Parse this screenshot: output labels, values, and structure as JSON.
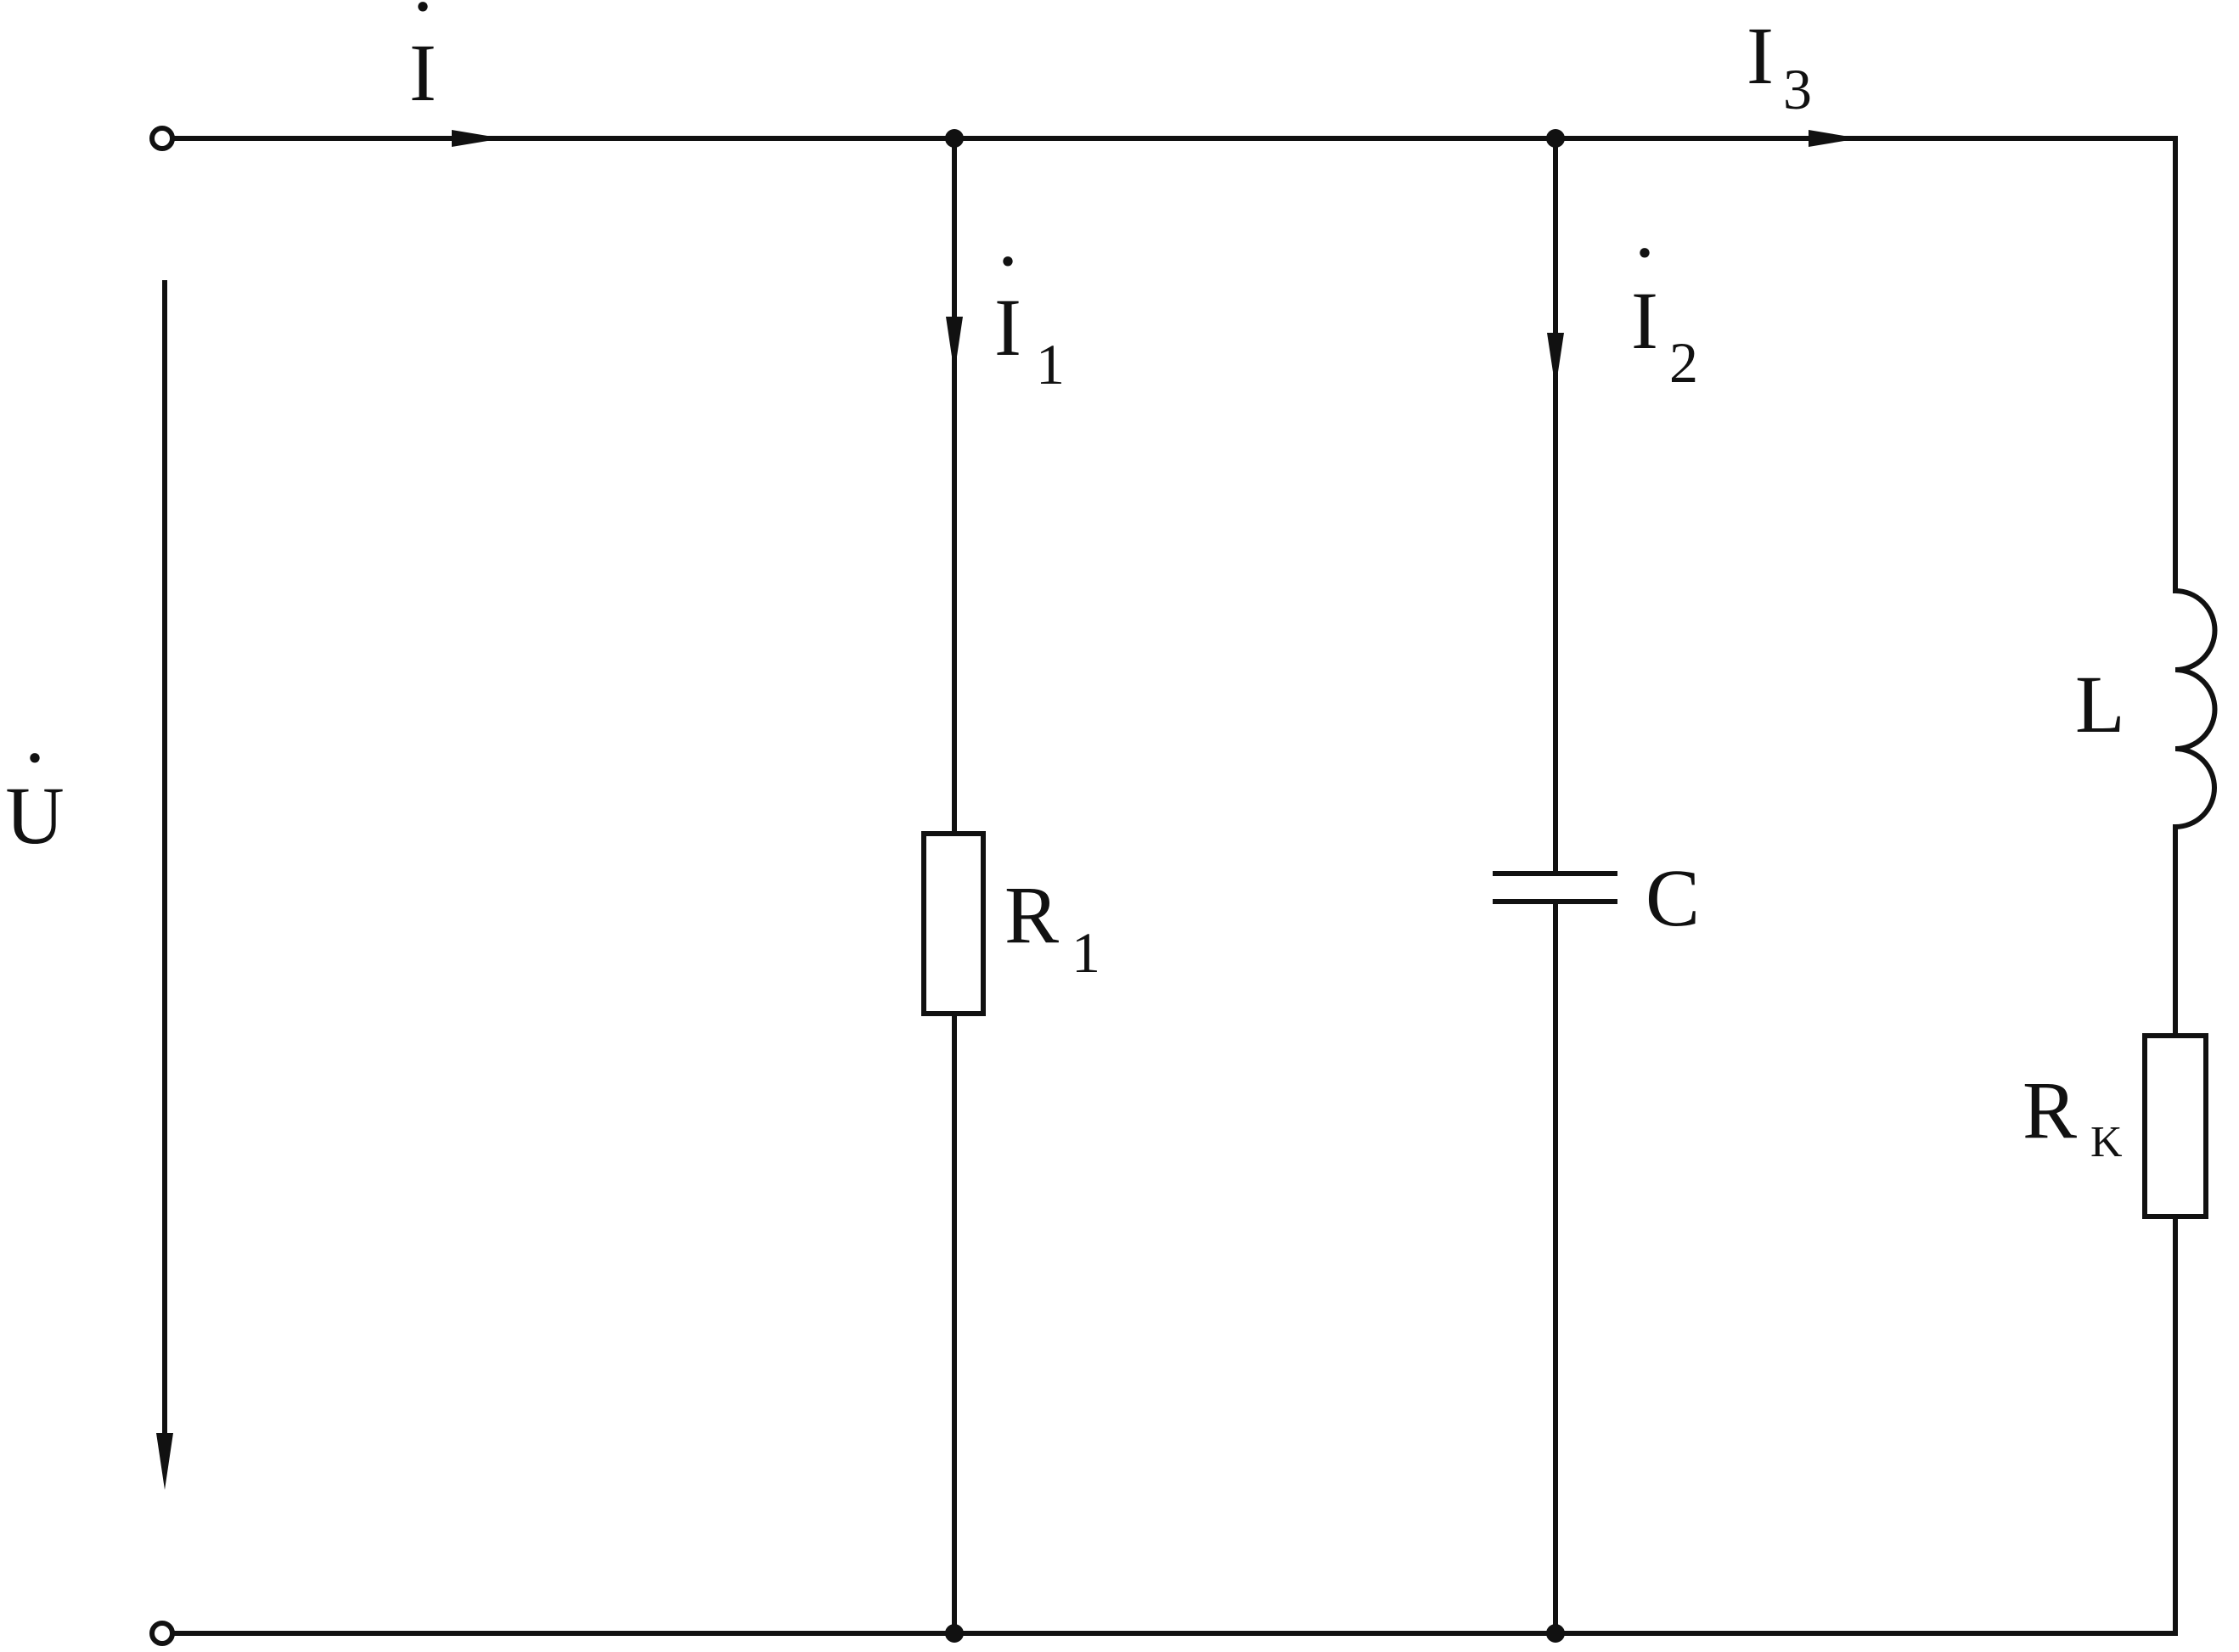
{
  "labels": {
    "current_total": {
      "main": "I",
      "sub": "",
      "accent": "·"
    },
    "current_1": {
      "main": "I",
      "sub": "1",
      "accent": "·"
    },
    "current_2": {
      "main": "I",
      "sub": "2",
      "accent": "·"
    },
    "current_3": {
      "main": "I",
      "sub": "3",
      "accent": "·"
    },
    "voltage": {
      "main": "U",
      "accent": "·"
    },
    "resistor_1": {
      "main": "R",
      "sub": "1"
    },
    "capacitor": {
      "main": "C"
    },
    "inductor": {
      "main": "L"
    },
    "resistor_k": {
      "main": "R",
      "sub": "K"
    }
  }
}
